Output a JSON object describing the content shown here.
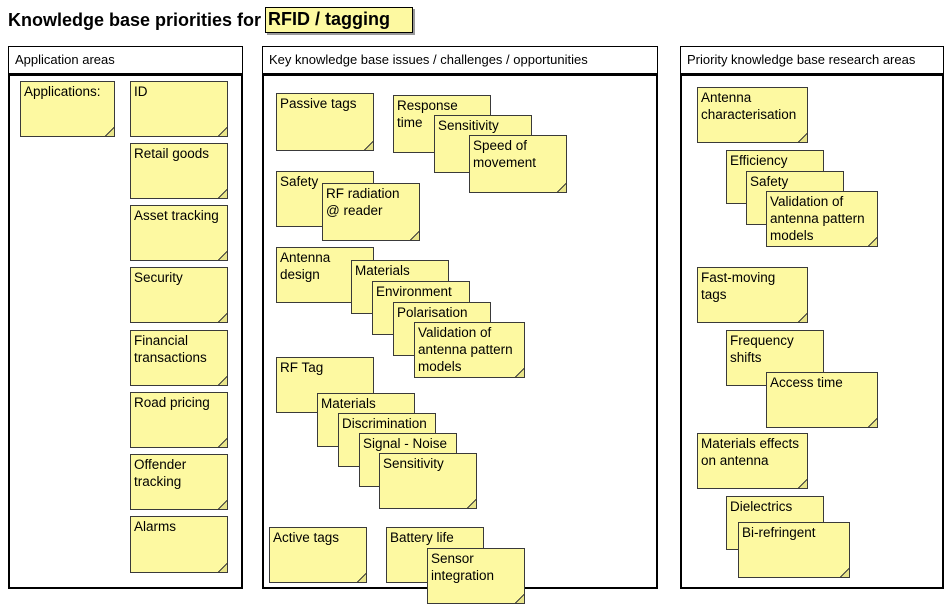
{
  "title": {
    "text": "Knowledge base priorities for",
    "topic": "RFID / tagging"
  },
  "panels": {
    "applications": {
      "heading": "Application areas"
    },
    "issues": {
      "heading": "Key knowledge base issues / challenges / opportunities"
    },
    "research": {
      "heading": "Priority knowledge base research areas"
    }
  },
  "notes": {
    "applications": [
      "Applications:",
      "ID",
      "Retail goods",
      "Asset tracking",
      "Security",
      "Financial transactions",
      "Road pricing",
      "Offender tracking",
      "Alarms"
    ],
    "issues": [
      "Passive tags",
      "Response time",
      "Sensitivity",
      "Speed of movement",
      "Safety",
      "RF radiation @ reader",
      "Antenna design",
      "Materials",
      "Environment",
      "Polarisation",
      "Validation of antenna pattern models",
      "RF Tag",
      "Materials",
      "Discrimination",
      "Signal - Noise",
      "Sensitivity",
      "Active tags",
      "Battery life",
      "Sensor integration"
    ],
    "research": [
      "Antenna characterisation",
      "Efficiency",
      "Safety",
      "Validation of antenna pattern models",
      "Fast-moving tags",
      "Frequency shifts",
      "Access time",
      "Materials effects on antenna",
      "Dielectrics",
      "Bi-refringent"
    ]
  },
  "colors": {
    "note_fill": "#fdf9a1",
    "border": "#000000"
  }
}
